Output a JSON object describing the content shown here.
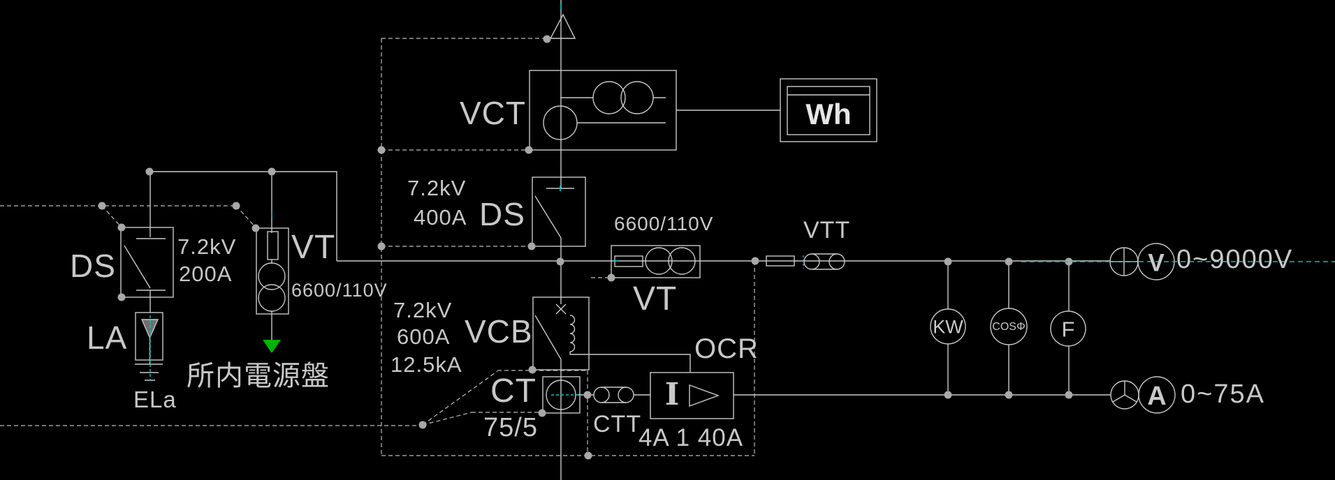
{
  "colors": {
    "background": "#000000",
    "line": "#c9c9c9",
    "text": "#c8c8c8",
    "grip_dot": "#a8a8a8",
    "selection_highlight": "#00c6c6",
    "arrow_green": "#00b400"
  },
  "symbols": {
    "incoming_feeder": "triangle-arrow-up",
    "lightning_arrester": "filled-down-arrow",
    "earth_ground": "three-bar-ground",
    "station_feed_arrow": "green-down-arrow",
    "voltmeter_selector": "circle-cross",
    "ammeter_selector": "circle-inverted-y",
    "overcurrent_relay_element": "greater-than-triangle"
  },
  "labels": {
    "vct": "VCT",
    "wh": "Wh",
    "ds_main": "DS",
    "ds_main_voltage": "7.2kV",
    "ds_main_current": "400A",
    "vt_main": "VT",
    "vt_main_ratio": "6600/110V",
    "vtt": "VTT",
    "vcb": "VCB",
    "vcb_voltage": "7.2kV",
    "vcb_current": "600A",
    "vcb_breaking_capacity": "12.5kA",
    "ocr": "OCR",
    "ocr_element": "I",
    "ocr_settings": "4A 1 40A",
    "ct": "CT",
    "ct_ratio": "75/5",
    "ctt": "CTT",
    "ds_left": "DS",
    "ds_left_voltage": "7.2kV",
    "ds_left_current": "200A",
    "la": "LA",
    "ela": "ELa",
    "vt_left": "VT",
    "vt_left_ratio": "6600/110V",
    "station_panel": "所内電源盤"
  },
  "meters": {
    "wattmeter": "KW",
    "power_factor": "COSΦ",
    "frequency": "F",
    "voltmeter": "V",
    "voltmeter_range": "0~9000V",
    "ammeter": "A",
    "ammeter_range": "0~75A"
  }
}
